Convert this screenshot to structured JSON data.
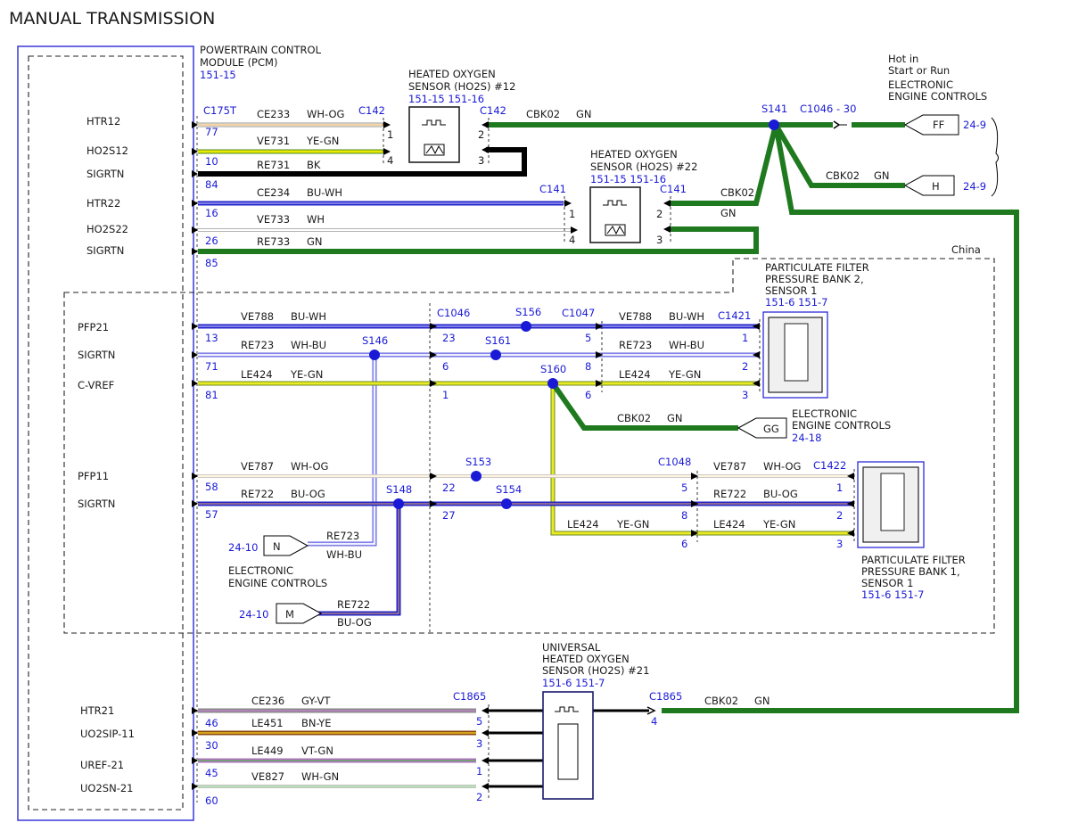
{
  "title": "MANUAL TRANSMISSION",
  "pcm": {
    "name_l1": "POWERTRAIN CONTROL",
    "name_l2": "MODULE (PCM)",
    "ref": "151-15",
    "connector": "C175T"
  },
  "pins": [
    {
      "label": "HTR12",
      "pin": "77"
    },
    {
      "label": "HO2S12",
      "pin": "10"
    },
    {
      "label": "SIGRTN",
      "pin": "84"
    },
    {
      "label": "HTR22",
      "pin": "16"
    },
    {
      "label": "HO2S22",
      "pin": "26"
    },
    {
      "label": "SIGRTN",
      "pin": "85"
    },
    {
      "label": "PFP21",
      "pin": "13"
    },
    {
      "label": "SIGRTN",
      "pin": "71"
    },
    {
      "label": "C-VREF",
      "pin": "81"
    },
    {
      "label": "PFP11",
      "pin": "58"
    },
    {
      "label": "SIGRTN",
      "pin": "57"
    },
    {
      "label": "HTR21",
      "pin": "46"
    },
    {
      "label": "UO2SIP-11",
      "pin": "30"
    },
    {
      "label": "UREF-21",
      "pin": "45"
    },
    {
      "label": "UO2SN-21",
      "pin": "60"
    }
  ],
  "wires": [
    {
      "circuit": "CE233",
      "color": "WH-OG"
    },
    {
      "circuit": "VE731",
      "color": "YE-GN"
    },
    {
      "circuit": "RE731",
      "color": "BK"
    },
    {
      "circuit": "CE234",
      "color": "BU-WH"
    },
    {
      "circuit": "VE733",
      "color": "WH"
    },
    {
      "circuit": "RE733",
      "color": "GN"
    },
    {
      "circuit": "VE788",
      "color": "BU-WH"
    },
    {
      "circuit": "RE723",
      "color": "WH-BU"
    },
    {
      "circuit": "LE424",
      "color": "YE-GN"
    },
    {
      "circuit": "VE787",
      "color": "WH-OG"
    },
    {
      "circuit": "RE722",
      "color": "BU-OG"
    },
    {
      "circuit": "CE236",
      "color": "GY-VT"
    },
    {
      "circuit": "LE451",
      "color": "BN-YE"
    },
    {
      "circuit": "LE449",
      "color": "VT-GN"
    },
    {
      "circuit": "VE827",
      "color": "WH-GN"
    },
    {
      "circuit": "CBK02",
      "color": "GN"
    }
  ],
  "sensors": {
    "ho2s12": {
      "l1": "HEATED OXYGEN",
      "l2": "SENSOR (HO2S) #12",
      "ref": "151-15   151-16",
      "connector": "C142",
      "pins": [
        "1",
        "4",
        "2",
        "3"
      ]
    },
    "ho2s22": {
      "l1": "HEATED OXYGEN",
      "l2": "SENSOR (HO2S) #22",
      "ref": "151-15   151-16",
      "connector": "C141",
      "pins": [
        "1",
        "4",
        "2",
        "3"
      ]
    },
    "pf2": {
      "l1": "PARTICULATE FILTER",
      "l2": "PRESSURE BANK 2,",
      "l3": "SENSOR 1",
      "ref": "151-6   151-7",
      "connector": "C1421",
      "pins": [
        "1",
        "2",
        "3"
      ]
    },
    "pf1": {
      "l1": "PARTICULATE FILTER",
      "l2": "PRESSURE BANK 1,",
      "l3": "SENSOR 1",
      "ref": "151-6   151-7",
      "connector": "C1422",
      "pins": [
        "1",
        "2",
        "3"
      ]
    },
    "uho2s21": {
      "l1": "UNIVERSAL",
      "l2": "HEATED OXYGEN",
      "l3": "SENSOR (HO2S) #21",
      "ref": "151-6   151-7",
      "connector": "C1865",
      "pins": [
        "5",
        "3",
        "1",
        "2",
        "4"
      ]
    }
  },
  "connectors": {
    "c1046": "C1046",
    "c1047": "C1047",
    "c1048": "C1048",
    "c1046_30": "C1046  -  30",
    "c1046_pins": [
      "23",
      "6",
      "1",
      "22",
      "27"
    ],
    "c1047_pins": [
      "5",
      "8",
      "6"
    ],
    "c1048_pins": [
      "5",
      "8",
      "6"
    ]
  },
  "splices": [
    "S141",
    "S156",
    "S161",
    "S160",
    "S146",
    "S153",
    "S154",
    "S148"
  ],
  "references": {
    "hot_l1": "Hot in",
    "hot_l2": "Start or Run",
    "eec_l1": "ELECTRONIC",
    "eec_l2": "ENGINE CONTROLS",
    "ff": "FF",
    "ff_page": "24-9",
    "h": "H",
    "h_page": "24-9",
    "gg": "GG",
    "gg_page": "24-18",
    "n": "N",
    "n_page": "24-10",
    "m": "M",
    "m_page": "24-10",
    "china": "China"
  },
  "colors": {
    "gn": "#1f7a1f",
    "bu": "#2424c8",
    "bk": "#000000",
    "splice": "#1a1ad6"
  }
}
